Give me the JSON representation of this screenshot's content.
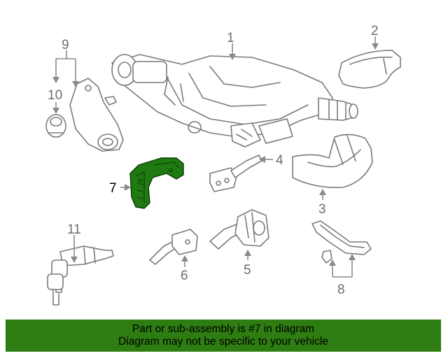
{
  "diagram": {
    "highlighted_part": "7",
    "highlight_color": "#2e7d12",
    "callouts": {
      "c1": "1",
      "c2": "2",
      "c3": "3",
      "c4": "4",
      "c5": "5",
      "c6": "6",
      "c7": "7",
      "c8": "8",
      "c9": "9",
      "c10": "10",
      "c11": "11"
    }
  },
  "banner": {
    "line1": "Part or sub-assembly is #7 in diagram",
    "line2": "Diagram may not be specific to your vehicle"
  }
}
